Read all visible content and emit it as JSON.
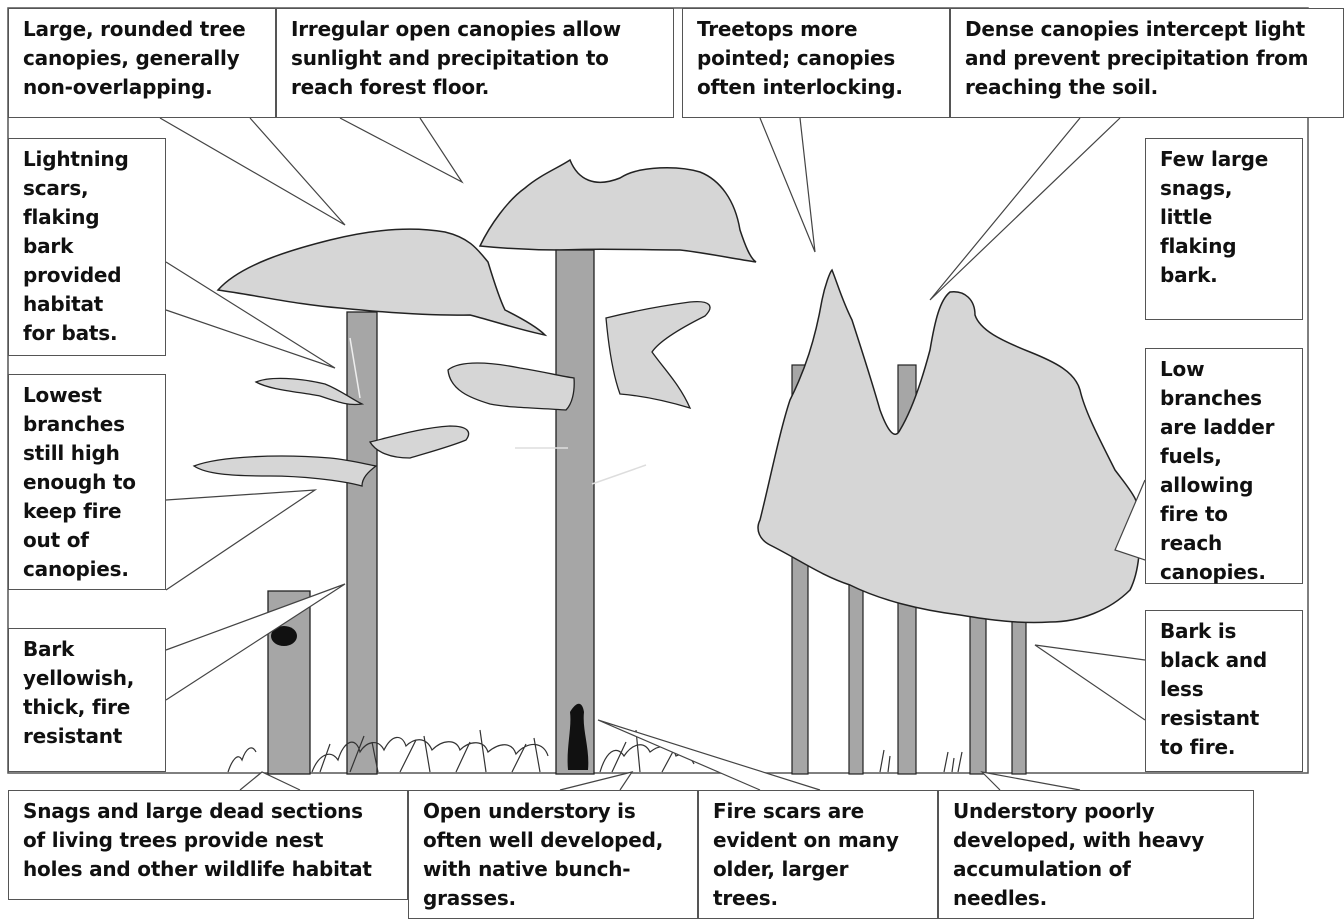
{
  "labels": {
    "top_1": "Large, rounded tree\ncanopies, generally\nnon-overlapping.",
    "top_2": "Irregular open canopies allow\nsunlight and precipitation to\nreach forest floor.",
    "top_3": "Treetops more\npointed; canopies\noften interlocking.",
    "top_4": "Dense canopies intercept light\nand prevent precipitation from\nreaching the soil.",
    "left_1": "Lightning\nscars,\nflaking\nbark\nprovided\nhabitat\nfor bats.",
    "left_2": "Lowest\nbranches\nstill high\nenough to\nkeep fire\nout of\ncanopies.",
    "left_3": "Bark\nyellowish,\nthick, fire\nresistant",
    "right_1": "Few large\nsnags,\nlittle\nflaking\nbark.",
    "right_2": "Low\nbranches\nare ladder\nfuels,\nallowing\nfire to\nreach\ncanopies.",
    "right_3": "Bark is\nblack and\nless\nresistant\nto fire.",
    "bottom_1": "Snags and large dead sections\nof living trees provide nest\nholes and other wildlife habitat",
    "bottom_2": "Open understory is\noften well developed,\nwith native bunch-\ngrasses.",
    "bottom_3": "Fire scars are\nevident on many\nolder, larger\ntrees.",
    "bottom_4": "Understory poorly\ndeveloped, with heavy\naccumulation of\nneedles."
  },
  "colors": {
    "canopy_fill": "#d6d6d6",
    "trunk_fill": "#a6a6a6",
    "outline": "#222222",
    "fire_scar": "#111111"
  }
}
